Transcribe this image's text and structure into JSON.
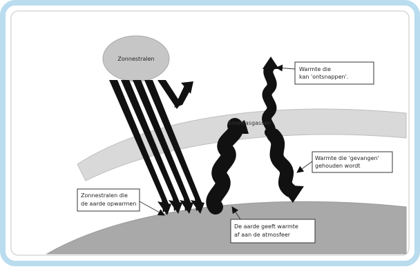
{
  "diagram": {
    "sun_label": "Zonnestralen",
    "band_label": "Broeikasgassen",
    "callouts": {
      "escape": [
        "Warmte die",
        "kan 'ontsnappen'."
      ],
      "trapped": [
        "Warmte die 'gevangen'",
        "gehouden wordt"
      ],
      "warming": [
        "Zonnestralen die",
        "de aarde opwarmen"
      ],
      "earth_emits": [
        "De aarde geeft warmte",
        "af aan de atmosfeer"
      ]
    },
    "colors": {
      "frame_border": "#b9dcee",
      "sun_fill": "#c6c6c6",
      "band_fill": "#d9d9d9",
      "earth_fill": "#a9a9a9",
      "arrow_fill": "#111111"
    }
  }
}
